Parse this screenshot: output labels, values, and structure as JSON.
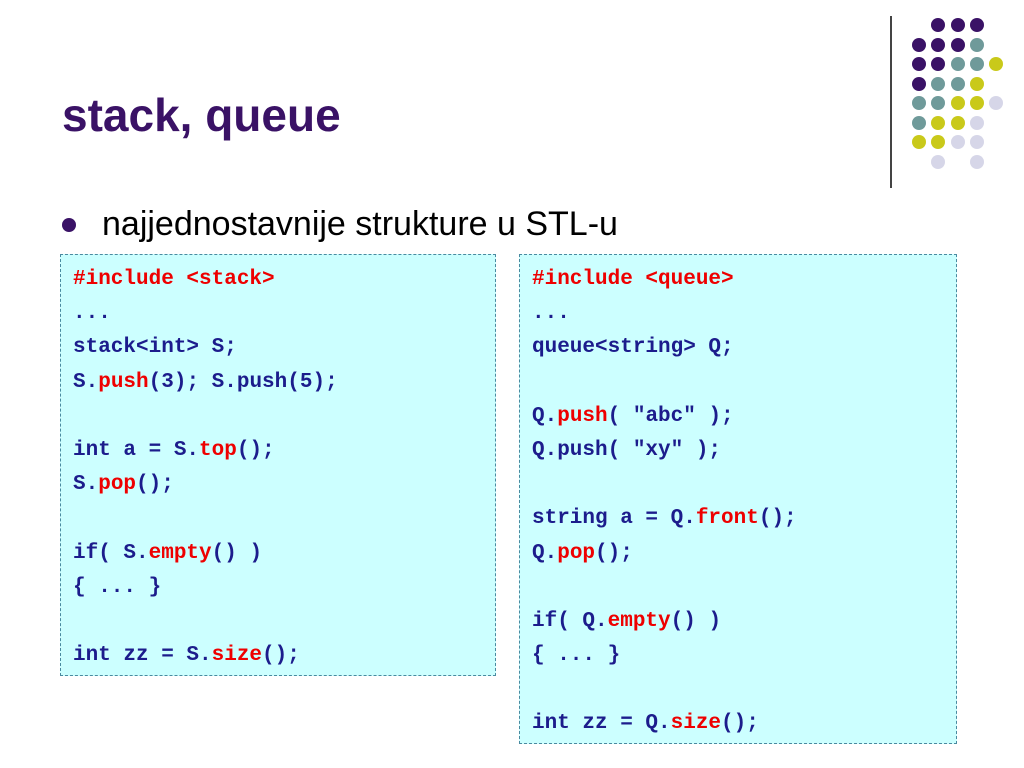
{
  "slide": {
    "title": "stack, queue",
    "bullet": "najjednostavnije strukture u STL-u"
  },
  "colors": {
    "title": "#3a1266",
    "code_background": "#ccffff",
    "code_text": "#1c1c8c",
    "code_highlight": "#ee0000",
    "dot_purple": "#3a1266",
    "dot_teal": "#6f9a9a",
    "dot_yellow": "#c9c91a",
    "dot_lavender": "#d6d6e8"
  },
  "stack_code": {
    "l1": {
      "a": "#include <stack>"
    },
    "l2": {
      "a": "..."
    },
    "l3": {
      "a": "stack<int> S;"
    },
    "l4": {
      "a": "S.",
      "b": "push",
      "c": "(3); S.push(5);"
    },
    "l5": {
      "a": "int a = S.",
      "b": "top",
      "c": "();"
    },
    "l6": {
      "a": "S.",
      "b": "pop",
      "c": "();"
    },
    "l7": {
      "a": "if( S.",
      "b": "empty",
      "c": "() )"
    },
    "l8": {
      "a": "{ ... }"
    },
    "l9": {
      "a": "int zz = S.",
      "b": "size",
      "c": "();"
    }
  },
  "queue_code": {
    "l1": {
      "a": "#include <queue>"
    },
    "l2": {
      "a": "..."
    },
    "l3": {
      "a": "queue<string> Q;"
    },
    "l4": {
      "a": "Q.",
      "b": "push",
      "c": "( \"abc\" );"
    },
    "l5": {
      "a": "Q.push( \"xy\" );"
    },
    "l6": {
      "a": "string a = Q.",
      "b": "front",
      "c": "();"
    },
    "l7": {
      "a": "Q.",
      "b": "pop",
      "c": "();"
    },
    "l8": {
      "a": "if( Q.",
      "b": "empty",
      "c": "() )"
    },
    "l9": {
      "a": "{ ... }"
    },
    "l10": {
      "a": "int zz = Q.",
      "b": "size",
      "c": "();"
    }
  }
}
